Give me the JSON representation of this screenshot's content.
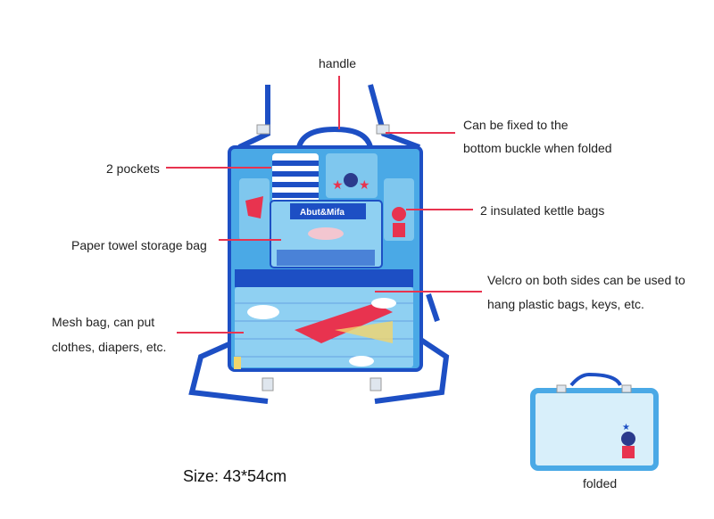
{
  "labels": {
    "handle": "handle",
    "fixed_line1": "Can be fixed to the",
    "fixed_line2": "bottom buckle when folded",
    "pockets": "2 pockets",
    "kettle": "2 insulated kettle bags",
    "paper": "Paper towel storage bag",
    "velcro_line1": "Velcro on both sides can be used to",
    "velcro_line2": "hang plastic bags, keys, etc.",
    "mesh_line1": "Mesh bag, can put",
    "mesh_line2": "clothes, diapers, etc.",
    "size": "Size: 43*54cm",
    "folded": "folded"
  },
  "product_print": {
    "brand": "Abut&Mifa"
  },
  "colors": {
    "strap": "#1d4fc4",
    "panel": "#4aa9e6",
    "panel_light": "#8fd0f2",
    "leader": "#e8334f"
  }
}
